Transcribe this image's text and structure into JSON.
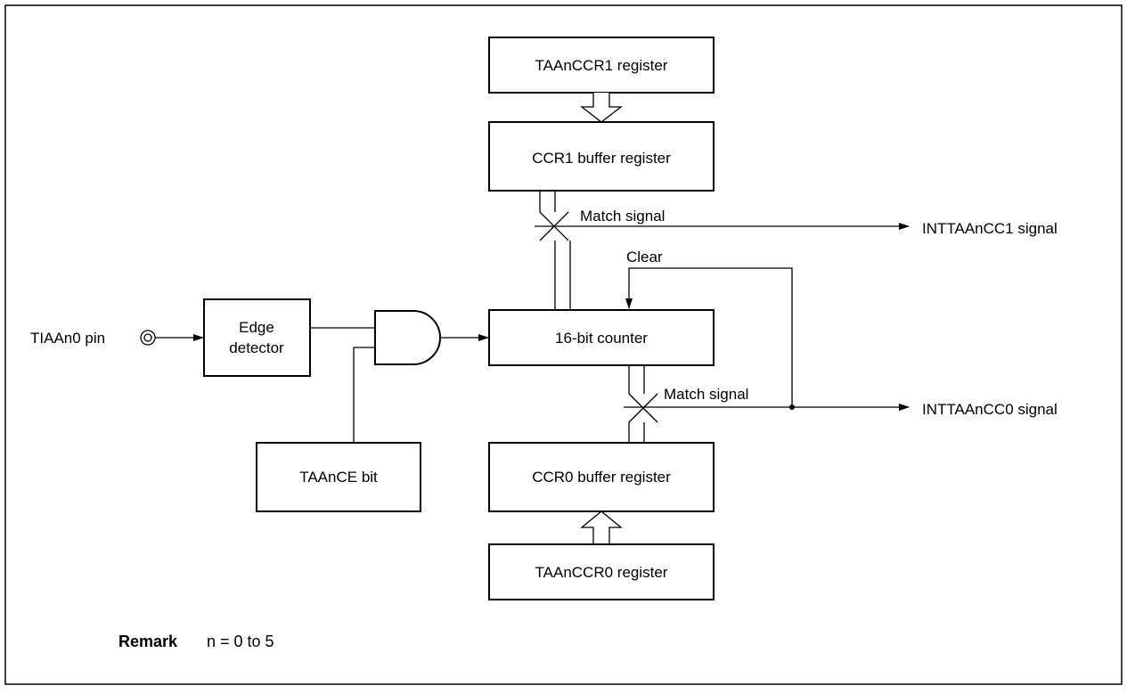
{
  "blocks": {
    "taanccr1_register": "TAAnCCR1 register",
    "ccr1_buffer_register": "CCR1 buffer register",
    "counter_16bit": "16-bit counter",
    "ccr0_buffer_register": "CCR0 buffer register",
    "taanccr0_register": "TAAnCCR0 register",
    "edge_detector_line1": "Edge",
    "edge_detector_line2": "detector",
    "taance_bit": "TAAnCE bit"
  },
  "signals": {
    "match_signal_1": "Match signal",
    "match_signal_0": "Match signal",
    "clear": "Clear",
    "intta_cc1": "INTTAAnCC1 signal",
    "intta_cc0": "INTTAAnCC0 signal",
    "input_pin": "TIAAn0 pin"
  },
  "remark": {
    "label": "Remark",
    "text": "n = 0 to 5"
  }
}
